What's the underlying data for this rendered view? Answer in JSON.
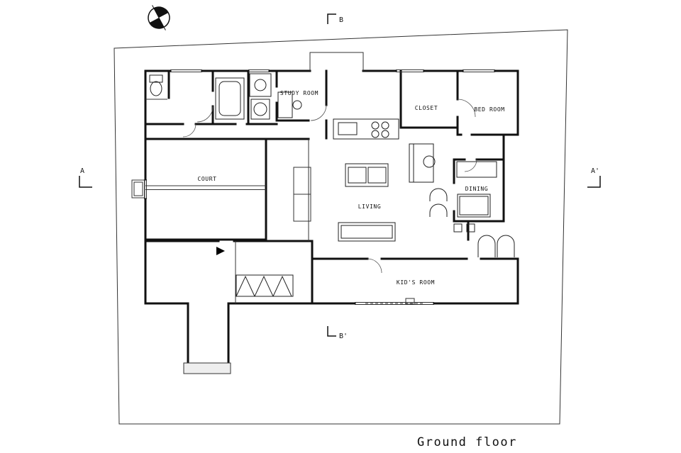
{
  "title": "Ground floor",
  "rooms": {
    "study_room": "STUDY ROOM",
    "closet": "CLOSET",
    "bed_room": "BED ROOM",
    "court": "COURT",
    "living": "LIVING",
    "dining": "DINING",
    "kids_room": "KID'S ROOM"
  },
  "section_markers": {
    "a": "A",
    "a_prime": "A'",
    "b": "B",
    "b_prime": "B'"
  },
  "colors": {
    "wall": "#111111",
    "thin_line": "#333333",
    "background": "#ffffff"
  }
}
